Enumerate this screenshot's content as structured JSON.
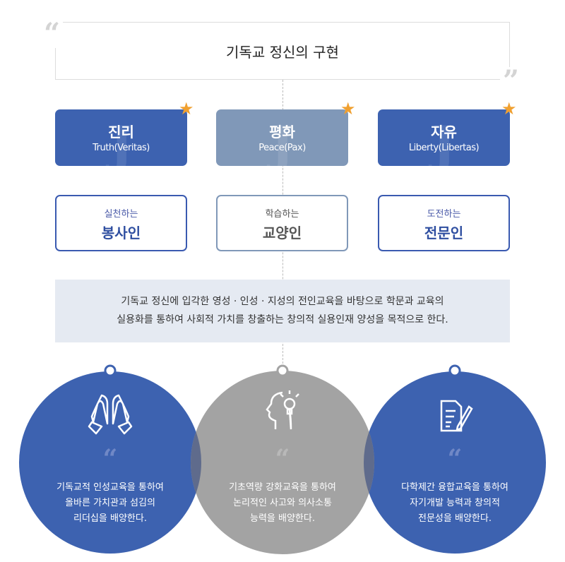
{
  "header": {
    "title": "기독교 정신의 구현",
    "open_quote": "“",
    "close_quote": "”"
  },
  "values": [
    {
      "ko": "진리",
      "en": "Truth(Veritas)"
    },
    {
      "ko": "평화",
      "en": "Peace(Pax)"
    },
    {
      "ko": "자유",
      "en": "Liberty(Libertas)"
    }
  ],
  "persons": [
    {
      "sub": "실천하는",
      "main": "봉사인"
    },
    {
      "sub": "학습하는",
      "main": "교양인"
    },
    {
      "sub": "도전하는",
      "main": "전문인"
    }
  ],
  "mission": {
    "line1": "기독교 정신에 입각한 영성 · 인성 · 지성의 전인교육을 바탕으로 학문과 교육의",
    "line2": "실용화를 통하여 사회적 가치를 창출하는 창의적 실용인재 양성을 목적으로 한다."
  },
  "goals": [
    {
      "icon": "praying-hands-icon",
      "quote": "“",
      "lines": [
        "기독교적 인성교육을 통하여",
        "올바른 가치관과 섬김의",
        "리더십을 배양한다."
      ]
    },
    {
      "icon": "head-lightbulb-icon",
      "quote": "“",
      "lines": [
        "기초역량 강화교육을 통하여",
        "논리적인 사고와 의사소통",
        "능력을 배양한다."
      ]
    },
    {
      "icon": "document-pen-icon",
      "quote": "“",
      "lines": [
        "다학제간 융합교육을 통하여",
        "자기개발 능력과 창의적",
        "전문성을 배양한다."
      ]
    }
  ],
  "colors": {
    "blue": "#3d62b0",
    "slate": "#8098b8",
    "gray": "#a3a3a3",
    "overlap": "#5f6b8c",
    "star": "#f0a030"
  }
}
